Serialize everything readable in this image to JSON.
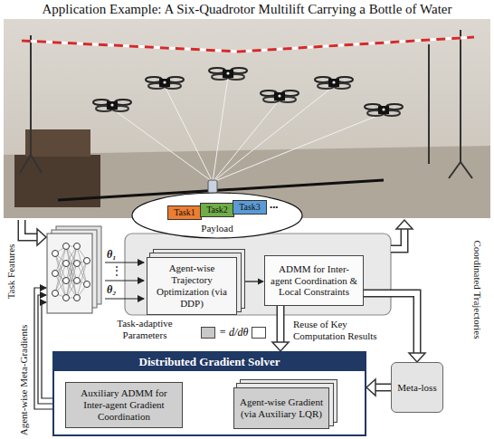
{
  "diagram": {
    "title": "Application Example: A Six-Quadrotor Multilift Carrying a Bottle of Water",
    "nodes": [
      {
        "text": [
          "Payload"
        ]
      },
      {
        "text": [
          "Task1"
        ],
        "in": 0
      },
      {
        "text": [
          "Task2"
        ],
        "in": 0
      },
      {
        "text": [
          "Task3"
        ],
        "in": 0
      },
      {
        "text": [
          "Agent-wise Trajectory Optimization (via DDP)"
        ]
      },
      {
        "text": [
          "ADMM for Inter-agent Coordination & Local Constraints"
        ]
      },
      {
        "text": [
          "Distributed Gradient Solver"
        ]
      },
      {
        "text": [
          "Auxiliary ADMM for Inter-agent Gradient Coordination"
        ],
        "in": 6
      },
      {
        "text": [
          "Agent-wise Gradient (via Auxiliary LQR)"
        ],
        "in": 6
      },
      {
        "text": [
          "Meta-loss"
        ]
      }
    ],
    "edges": [
      {
        "from": 4,
        "to": 5,
        "arrow": "both"
      },
      {
        "from": 5,
        "to": 6,
        "arrow": "to"
      },
      {
        "from": 5,
        "to": 9,
        "arrow": "to"
      },
      {
        "from": 9,
        "to": 6,
        "arrow": "to"
      },
      {
        "from": 7,
        "to": 8,
        "arrow": "both"
      }
    ],
    "labels": [
      "•••",
      "Task Features",
      "θ₁",
      "⋮",
      "θ₂",
      "Task-adaptive Parameters",
      "Reuse of Key Computation Results",
      "Coordinated Trajectories",
      "Agent-wise Meta-Gradients"
    ],
    "legend": [
      {
        "text": "= d/dθ",
        "color": "#c8c8c8"
      }
    ]
  }
}
